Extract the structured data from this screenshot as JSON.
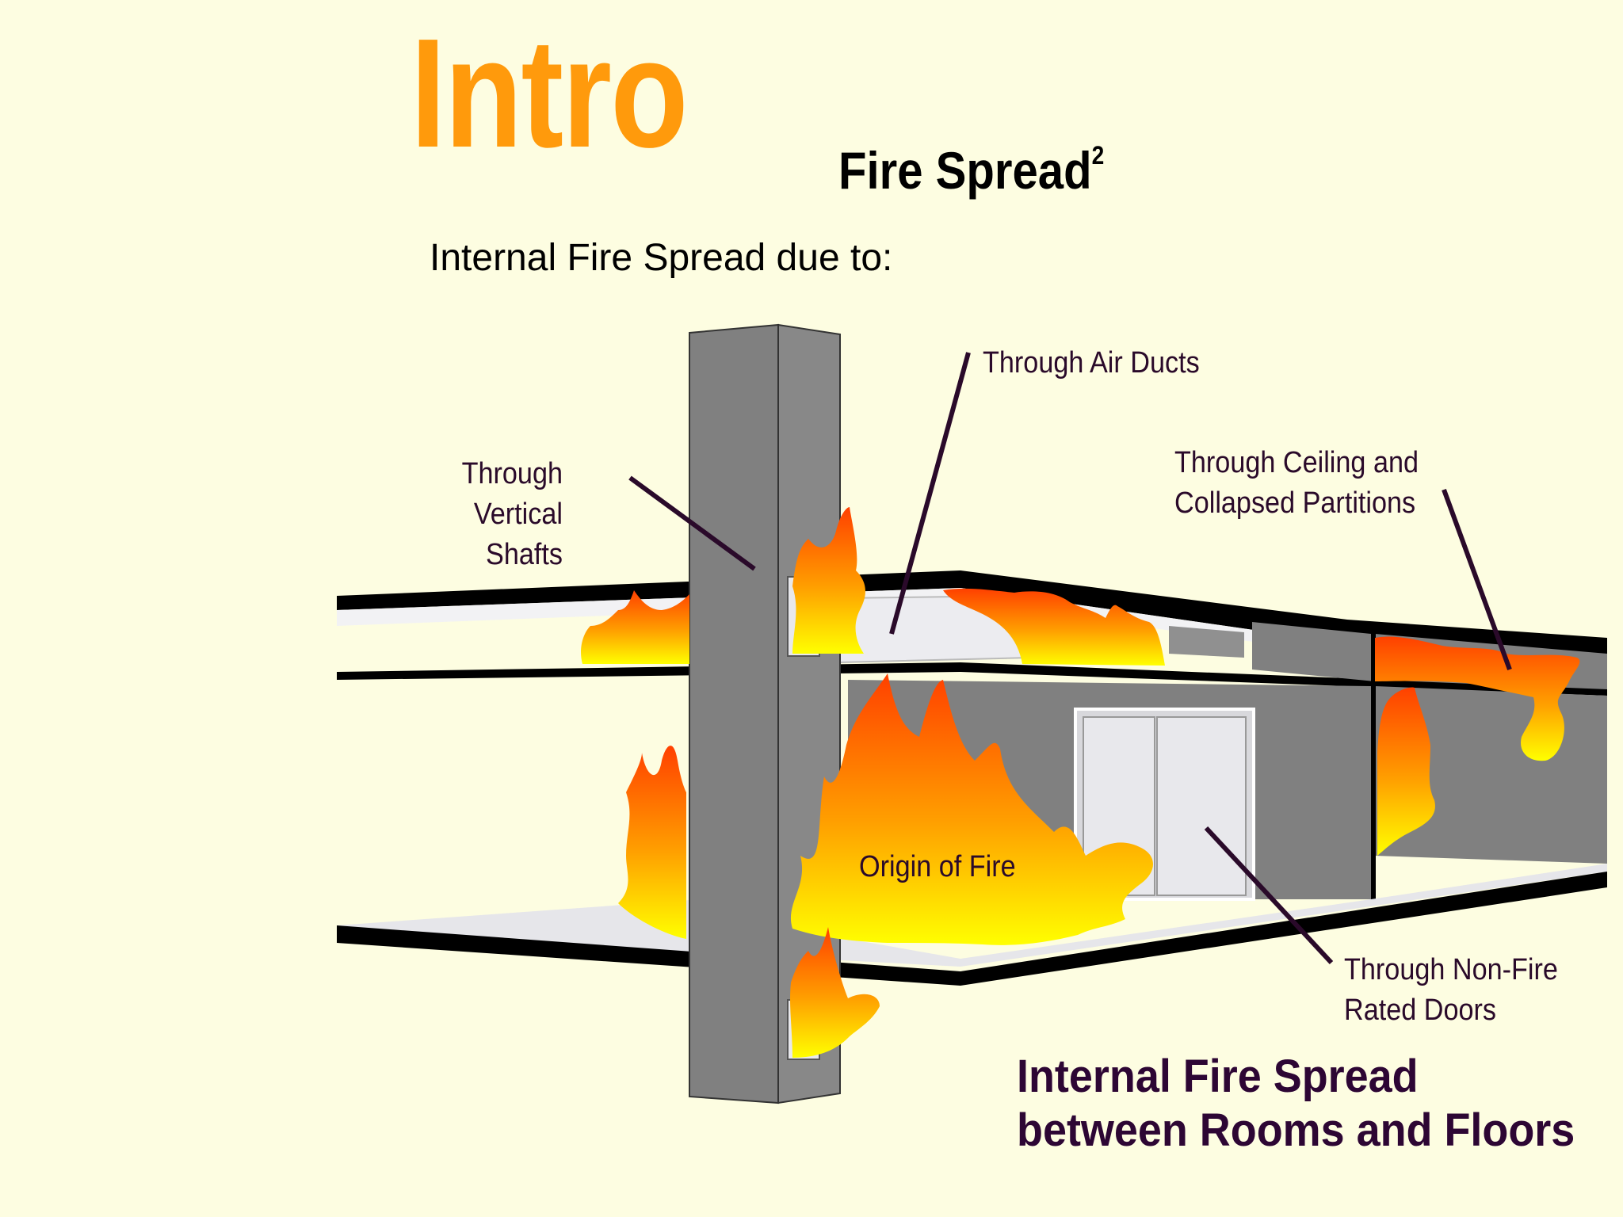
{
  "title": "Intro",
  "subtitle": {
    "text": "Fire Spread",
    "superscript": "2"
  },
  "heading": "Internal Fire Spread due to:",
  "labels": {
    "shafts": [
      "Through",
      "Vertical",
      "Shafts"
    ],
    "ducts": "Through Air Ducts",
    "ceiling": [
      "Through Ceiling and",
      "Collapsed Partitions"
    ],
    "doors": [
      "Through Non-Fire",
      "Rated Doors"
    ],
    "origin": "Origin of Fire"
  },
  "caption": [
    "Internal Fire Spread",
    "between Rooms and Floors"
  ],
  "colors": {
    "background": "#fdfde1",
    "title": "#ff9a0c",
    "wall": "#808080",
    "floor": "#e8e8ec",
    "flame_top": "#ff4000",
    "flame_bottom": "#ffff00",
    "label_text": "#2a0a2a",
    "caption_text": "#2d0634"
  }
}
